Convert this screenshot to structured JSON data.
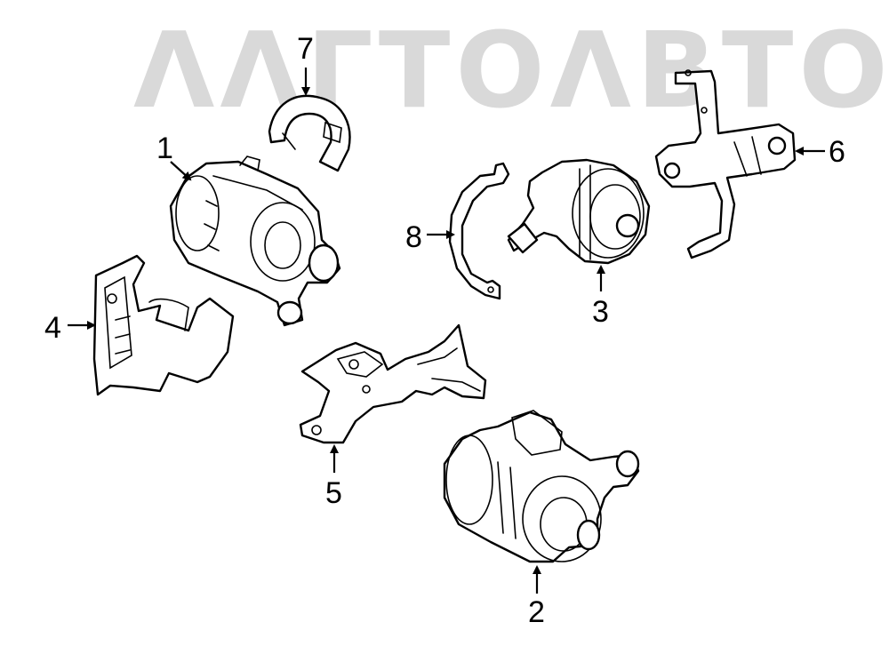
{
  "watermark": {
    "text": "ΛΛΓТОΛВТО"
  },
  "callouts": [
    {
      "id": "1",
      "label": "1"
    },
    {
      "id": "2",
      "label": "2"
    },
    {
      "id": "3",
      "label": "3"
    },
    {
      "id": "4",
      "label": "4"
    },
    {
      "id": "5",
      "label": "5"
    },
    {
      "id": "6",
      "label": "6"
    },
    {
      "id": "7",
      "label": "7"
    },
    {
      "id": "8",
      "label": "8"
    }
  ],
  "colors": {
    "line": "#000000",
    "background": "#ffffff",
    "watermark": "#d9d9d9"
  }
}
